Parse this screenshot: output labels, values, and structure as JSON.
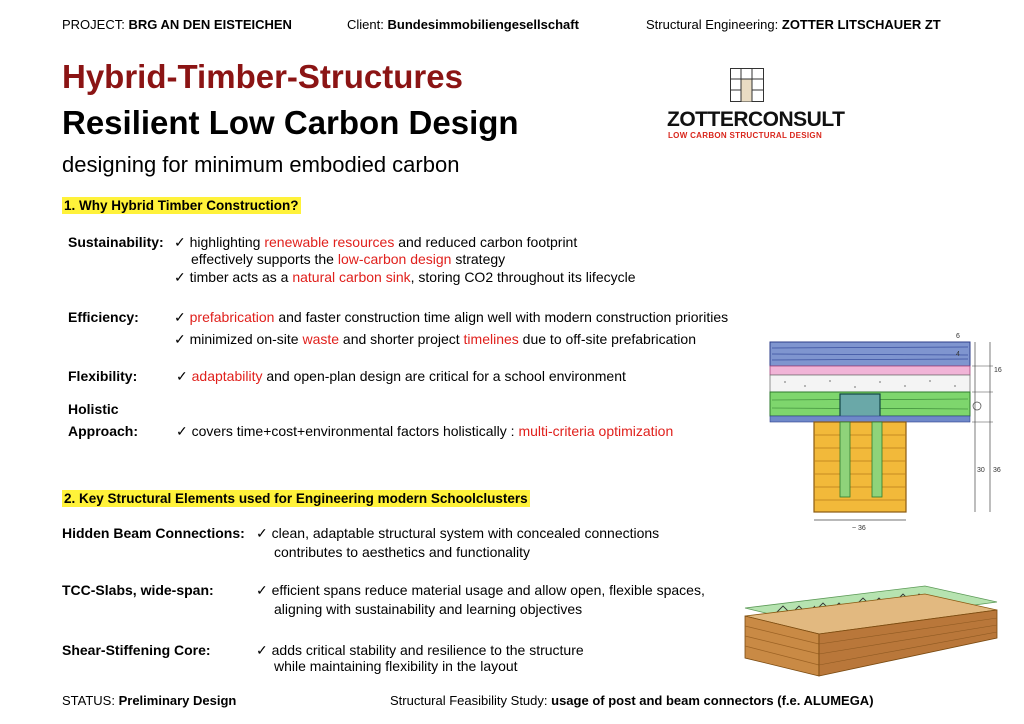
{
  "header": {
    "project_label": "PROJECT:",
    "project_value": "BRG AN DEN EISTEICHEN",
    "client_label": "Client:",
    "client_value": "Bundesimmobiliengesellschaft",
    "eng_label": "Structural Engineering:",
    "eng_value": "ZOTTER LITSCHAUER ZT"
  },
  "titles": {
    "line1": "Hybrid-Timber-Structures",
    "line2": "Resilient Low Carbon Design",
    "line3": "designing for minimum embodied carbon"
  },
  "logo": {
    "name": "ZOTTERCONSULT",
    "subtitle": "LOW CARBON STRUCTURAL DESIGN",
    "accent": "#d9261c"
  },
  "section1": {
    "heading": "1. Why Hybrid Timber Construction?",
    "sustainability": {
      "label": "Sustainability:",
      "l1_a": "highlighting ",
      "l1_r": "renewable resources",
      "l1_b": " and reduced carbon footprint",
      "l2_a": "effectively supports the ",
      "l2_r": "low-carbon design",
      "l2_b": " strategy",
      "l3_a": "timber acts as a ",
      "l3_r": "natural carbon sink",
      "l3_b": ", storing CO2 throughout its lifecycle"
    },
    "efficiency": {
      "label": "Efficiency:",
      "l1_r": "prefabrication",
      "l1_b": " and faster construction time align well with modern construction priorities",
      "l2_a": "minimized on-site ",
      "l2_r": "waste",
      "l2_b": " and shorter project ",
      "l2_r2": "timelines",
      "l2_c": " due to off-site prefabrication"
    },
    "flexibility": {
      "label": "Flexibility:",
      "l1_r": "adaptability",
      "l1_b": " and open-plan design are critical for a school environment"
    },
    "holistic": {
      "label1": "Holistic",
      "label2": "Approach:",
      "l1_a": "covers time+cost+environmental factors holistically : ",
      "l1_r": "multi-criteria optimization"
    }
  },
  "section2": {
    "heading": "2. Key Structural Elements used for Engineering modern Schoolclusters",
    "hidden": {
      "label": "Hidden Beam Connections:",
      "l1": "clean, adaptable structural system with concealed connections",
      "l2": "contributes to aesthetics and functionality"
    },
    "tcc": {
      "label": "TCC-Slabs, wide-span:",
      "l1": "efficient spans reduce material usage and allow open, flexible spaces,",
      "l2": "aligning with sustainability and learning objectives"
    },
    "shear": {
      "label": "Shear-Stiffening Core:",
      "l1": "adds critical stability and resilience to the structure",
      "l2": "while maintaining flexibility in the layout"
    }
  },
  "check": "✓",
  "footer": {
    "status_label": "STATUS:",
    "status_value": "Preliminary Design",
    "study_label": "Structural Feasibility Study:",
    "study_value": "usage of post and beam connectors (f.e. ALUMEGA)"
  },
  "sketch": {
    "dim_6": "6",
    "dim_4": "4",
    "dim_16": "16",
    "dim_30": "30",
    "dim_36": "36",
    "dim_width": "~ 36"
  },
  "colors": {
    "title_red": "#8b1414",
    "highlight_red": "#e0201c",
    "section_yellow": "#fff23a"
  }
}
